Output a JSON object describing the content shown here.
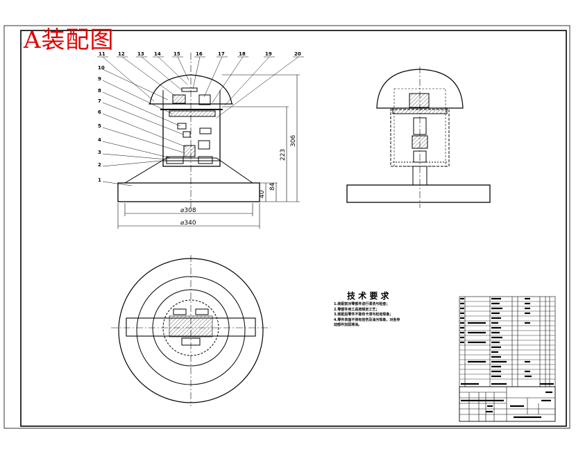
{
  "title": "A装配图",
  "callouts": [
    "1",
    "2",
    "3",
    "4",
    "5",
    "6",
    "7",
    "8",
    "9",
    "10",
    "11",
    "12",
    "13",
    "14",
    "15",
    "16",
    "17",
    "18",
    "19",
    "20"
  ],
  "dimensions": {
    "base_inner_dia": "⌀308",
    "base_outer_dia": "⌀340",
    "height_total": "306",
    "height_body": "223",
    "height_84": "84",
    "height_40": "40"
  },
  "tech_requirements": {
    "title": "技 术 要 求",
    "items": [
      "1.装配前对零部件进行清洗与检查；",
      "2.零部件用工具按规定工艺；",
      "3.装配后零件不能有卡滞与松动现象；",
      "4.零件表面不得有划伤及油污现象，对各传",
      "动部件加润滑油。"
    ]
  },
  "colors": {
    "title": "#e00000",
    "lines": "#000000",
    "center": "#000000"
  }
}
